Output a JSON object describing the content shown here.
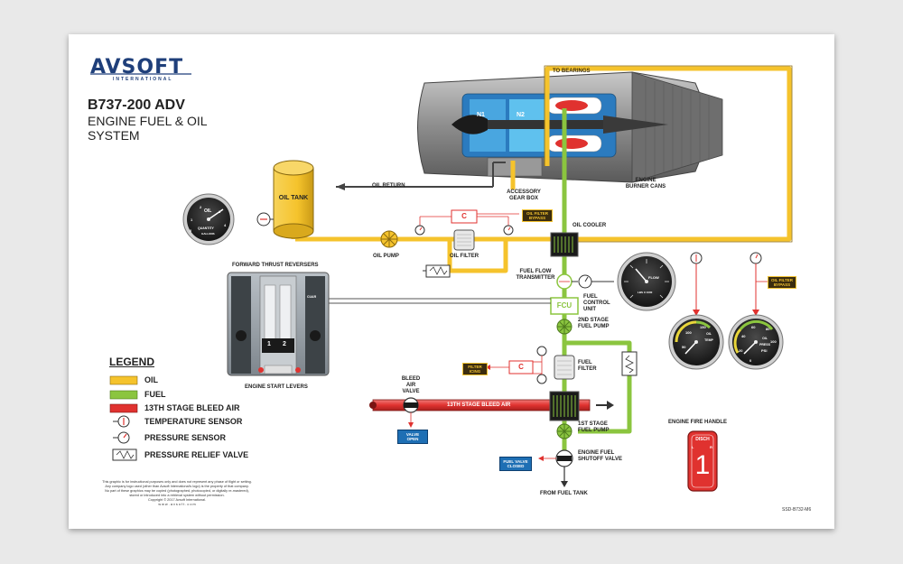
{
  "header": {
    "logo": "AVSOFT",
    "logo_sub": "INTERNATIONAL",
    "title_line1": "B737-200 ADV",
    "title_line2": "ENGINE FUEL & OIL SYSTEM"
  },
  "labels": {
    "to_bearings": "TO BEARINGS",
    "n1": "N1",
    "n2": "N2",
    "oil_tank": "OIL TANK",
    "oil_return": "OIL RETURN",
    "accessory_gear_box": "ACCESSORY GEAR BOX",
    "engine_burner_cans": "ENGINE BURNER CANS",
    "oil_cooler": "OIL COOLER",
    "oil_pump": "OIL PUMP",
    "oil_filter": "OIL FILTER",
    "c_symbol": "C",
    "fuel_flow_transmitter": "FUEL FLOW TRANSMITTER",
    "fcu": "FCU",
    "fuel_control_unit": "FUEL CONTROL UNIT",
    "second_stage_pump": "2ND STAGE FUEL PUMP",
    "fuel_filter": "FUEL FILTER",
    "bleed_air_valve": "BLEED AIR VALVE",
    "bleed_air_duct": "13TH STAGE BLEED AIR",
    "first_stage_pump": "1ST STAGE FUEL PUMP",
    "engine_fuel_shutoff_valve": "ENGINE FUEL SHUTOFF VALVE",
    "from_fuel_tank": "FROM FUEL TANK",
    "forward_thrust_reversers": "FORWARD THRUST REVERSERS",
    "engine_start_levers": "ENGINE START LEVERS",
    "engine_fire_handle": "ENGINE FIRE HANDLE",
    "fire_handle_disch": "DISCH",
    "fire_handle_number": "1",
    "fire_handle_l": "L",
    "fire_handle_r": "R",
    "lever_1": "1",
    "lever_2": "2",
    "panel_label": "CUAR"
  },
  "tags": {
    "oil_filter_bypass_1": "OIL FILTER BYPASS",
    "oil_filter_bypass_2": "OIL FILTER BYPASS",
    "filter_icing": "FILTER ICING",
    "valve_open": "VALVE OPEN",
    "fuel_valve_closed": "FUEL VALVE CLOSED"
  },
  "gauges": {
    "oil_quantity": {
      "title": "OIL",
      "subtitle": "QUANTITY",
      "unit": "GALLONS",
      "ticks": [
        "0",
        "1",
        "2",
        "3",
        "4"
      ]
    },
    "fuel_flow": {
      "title": "FLOW",
      "unit": "LBS X 1000"
    },
    "oil_temp": {
      "title": "OIL TEMP",
      "ticks": [
        "50",
        "100",
        "150"
      ]
    },
    "oil_press": {
      "title": "OIL PRESS",
      "unit": "PSI",
      "ticks": [
        "0",
        "20",
        "40",
        "60",
        "80",
        "100"
      ]
    }
  },
  "legend": {
    "title": "LEGEND",
    "items": [
      {
        "label": "OIL",
        "color": "#f5c32c"
      },
      {
        "label": "FUEL",
        "color": "#8bc53f"
      },
      {
        "label": "13TH STAGE BLEED AIR",
        "color": "#e0322f"
      },
      {
        "label": "TEMPERATURE SENSOR",
        "icon": "temperature-sensor-icon"
      },
      {
        "label": "PRESSURE SENSOR",
        "icon": "pressure-sensor-icon"
      },
      {
        "label": "PRESSURE RELIEF VALVE",
        "icon": "pressure-relief-valve-icon"
      }
    ]
  },
  "footer": {
    "disclaimer_1": "This graphic is for instructional purposes only and does not represent any phase of flight or setting.",
    "disclaimer_2": "Any company logo used (other than Avsoft International's logo) is the property of that company.",
    "disclaimer_3": "No part of these graphics may be copied (photographed, photocopied, or digitally re-mastered),",
    "disclaimer_4": "stored or introduced into a retrieval system without permission.",
    "copyright": "Copyright © 2017 Avsoft International.",
    "website": "w w w . a v s o f t . c o m",
    "ref": "SSD-B732-M6"
  },
  "colors": {
    "oil": "#f5c32c",
    "fuel": "#8bc53f",
    "bleed": "#e0322f",
    "outline": "#444444"
  }
}
